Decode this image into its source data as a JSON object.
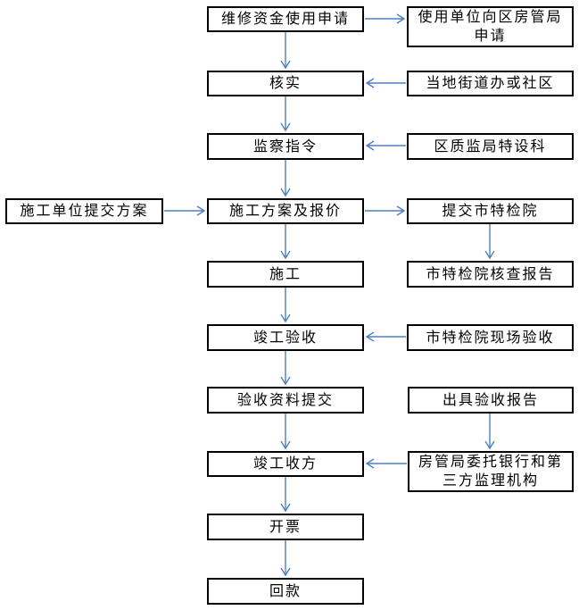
{
  "diagram": {
    "background_color": "#ffffff",
    "box_fill_color": "#ffffff",
    "box_border_color": "#000000",
    "text_color": "#000000",
    "arrow_color": "#4f81bd"
  },
  "nodes": {
    "fund-application": {
      "label": "维修资金使用申请"
    },
    "unit-apply-district": {
      "label": [
        "使用单位向区房管局",
        "申请"
      ]
    },
    "verify": {
      "label": "核实"
    },
    "local-street-community": {
      "label": "当地街道办或社区"
    },
    "supervision-order": {
      "label": "监察指令"
    },
    "district-quality-bureau": {
      "label": "区质监局特设科"
    },
    "contractor-submit-plan": {
      "label": "施工单位提交方案"
    },
    "construction-plan-quote": {
      "label": "施工方案及报价"
    },
    "submit-city-inspection": {
      "label": "提交市特检院"
    },
    "construction": {
      "label": "施工"
    },
    "city-inspection-report": {
      "label": "市特检院核查报告"
    },
    "completion-acceptance": {
      "label": "竣工验收"
    },
    "city-inspection-site-acceptance": {
      "label": "市特检院现场验收"
    },
    "acceptance-materials-submit": {
      "label": "验收资料提交"
    },
    "issue-acceptance-report": {
      "label": "出具验收报告"
    },
    "completion-measurement": {
      "label": "竣工收方"
    },
    "housing-bureau-bank-supervisor": {
      "label": [
        "房管局委托银行和第",
        "三方监理机构"
      ]
    },
    "invoicing": {
      "label": "开票"
    },
    "payment-collection": {
      "label": "回款"
    }
  },
  "edges": [
    {
      "from": "fund-application",
      "to": "unit-apply-district"
    },
    {
      "from": "fund-application",
      "to": "verify"
    },
    {
      "from": "local-street-community",
      "to": "verify"
    },
    {
      "from": "verify",
      "to": "supervision-order"
    },
    {
      "from": "district-quality-bureau",
      "to": "supervision-order"
    },
    {
      "from": "supervision-order",
      "to": "construction-plan-quote"
    },
    {
      "from": "contractor-submit-plan",
      "to": "construction-plan-quote"
    },
    {
      "from": "construction-plan-quote",
      "to": "submit-city-inspection"
    },
    {
      "from": "submit-city-inspection",
      "to": "city-inspection-report"
    },
    {
      "from": "construction-plan-quote",
      "to": "construction"
    },
    {
      "from": "construction",
      "to": "completion-acceptance"
    },
    {
      "from": "city-inspection-site-acceptance",
      "to": "completion-acceptance"
    },
    {
      "from": "completion-acceptance",
      "to": "acceptance-materials-submit"
    },
    {
      "from": "acceptance-materials-submit",
      "to": "completion-measurement"
    },
    {
      "from": "issue-acceptance-report",
      "to": "housing-bureau-bank-supervisor"
    },
    {
      "from": "housing-bureau-bank-supervisor",
      "to": "completion-measurement"
    },
    {
      "from": "completion-measurement",
      "to": "invoicing"
    },
    {
      "from": "invoicing",
      "to": "payment-collection"
    }
  ]
}
